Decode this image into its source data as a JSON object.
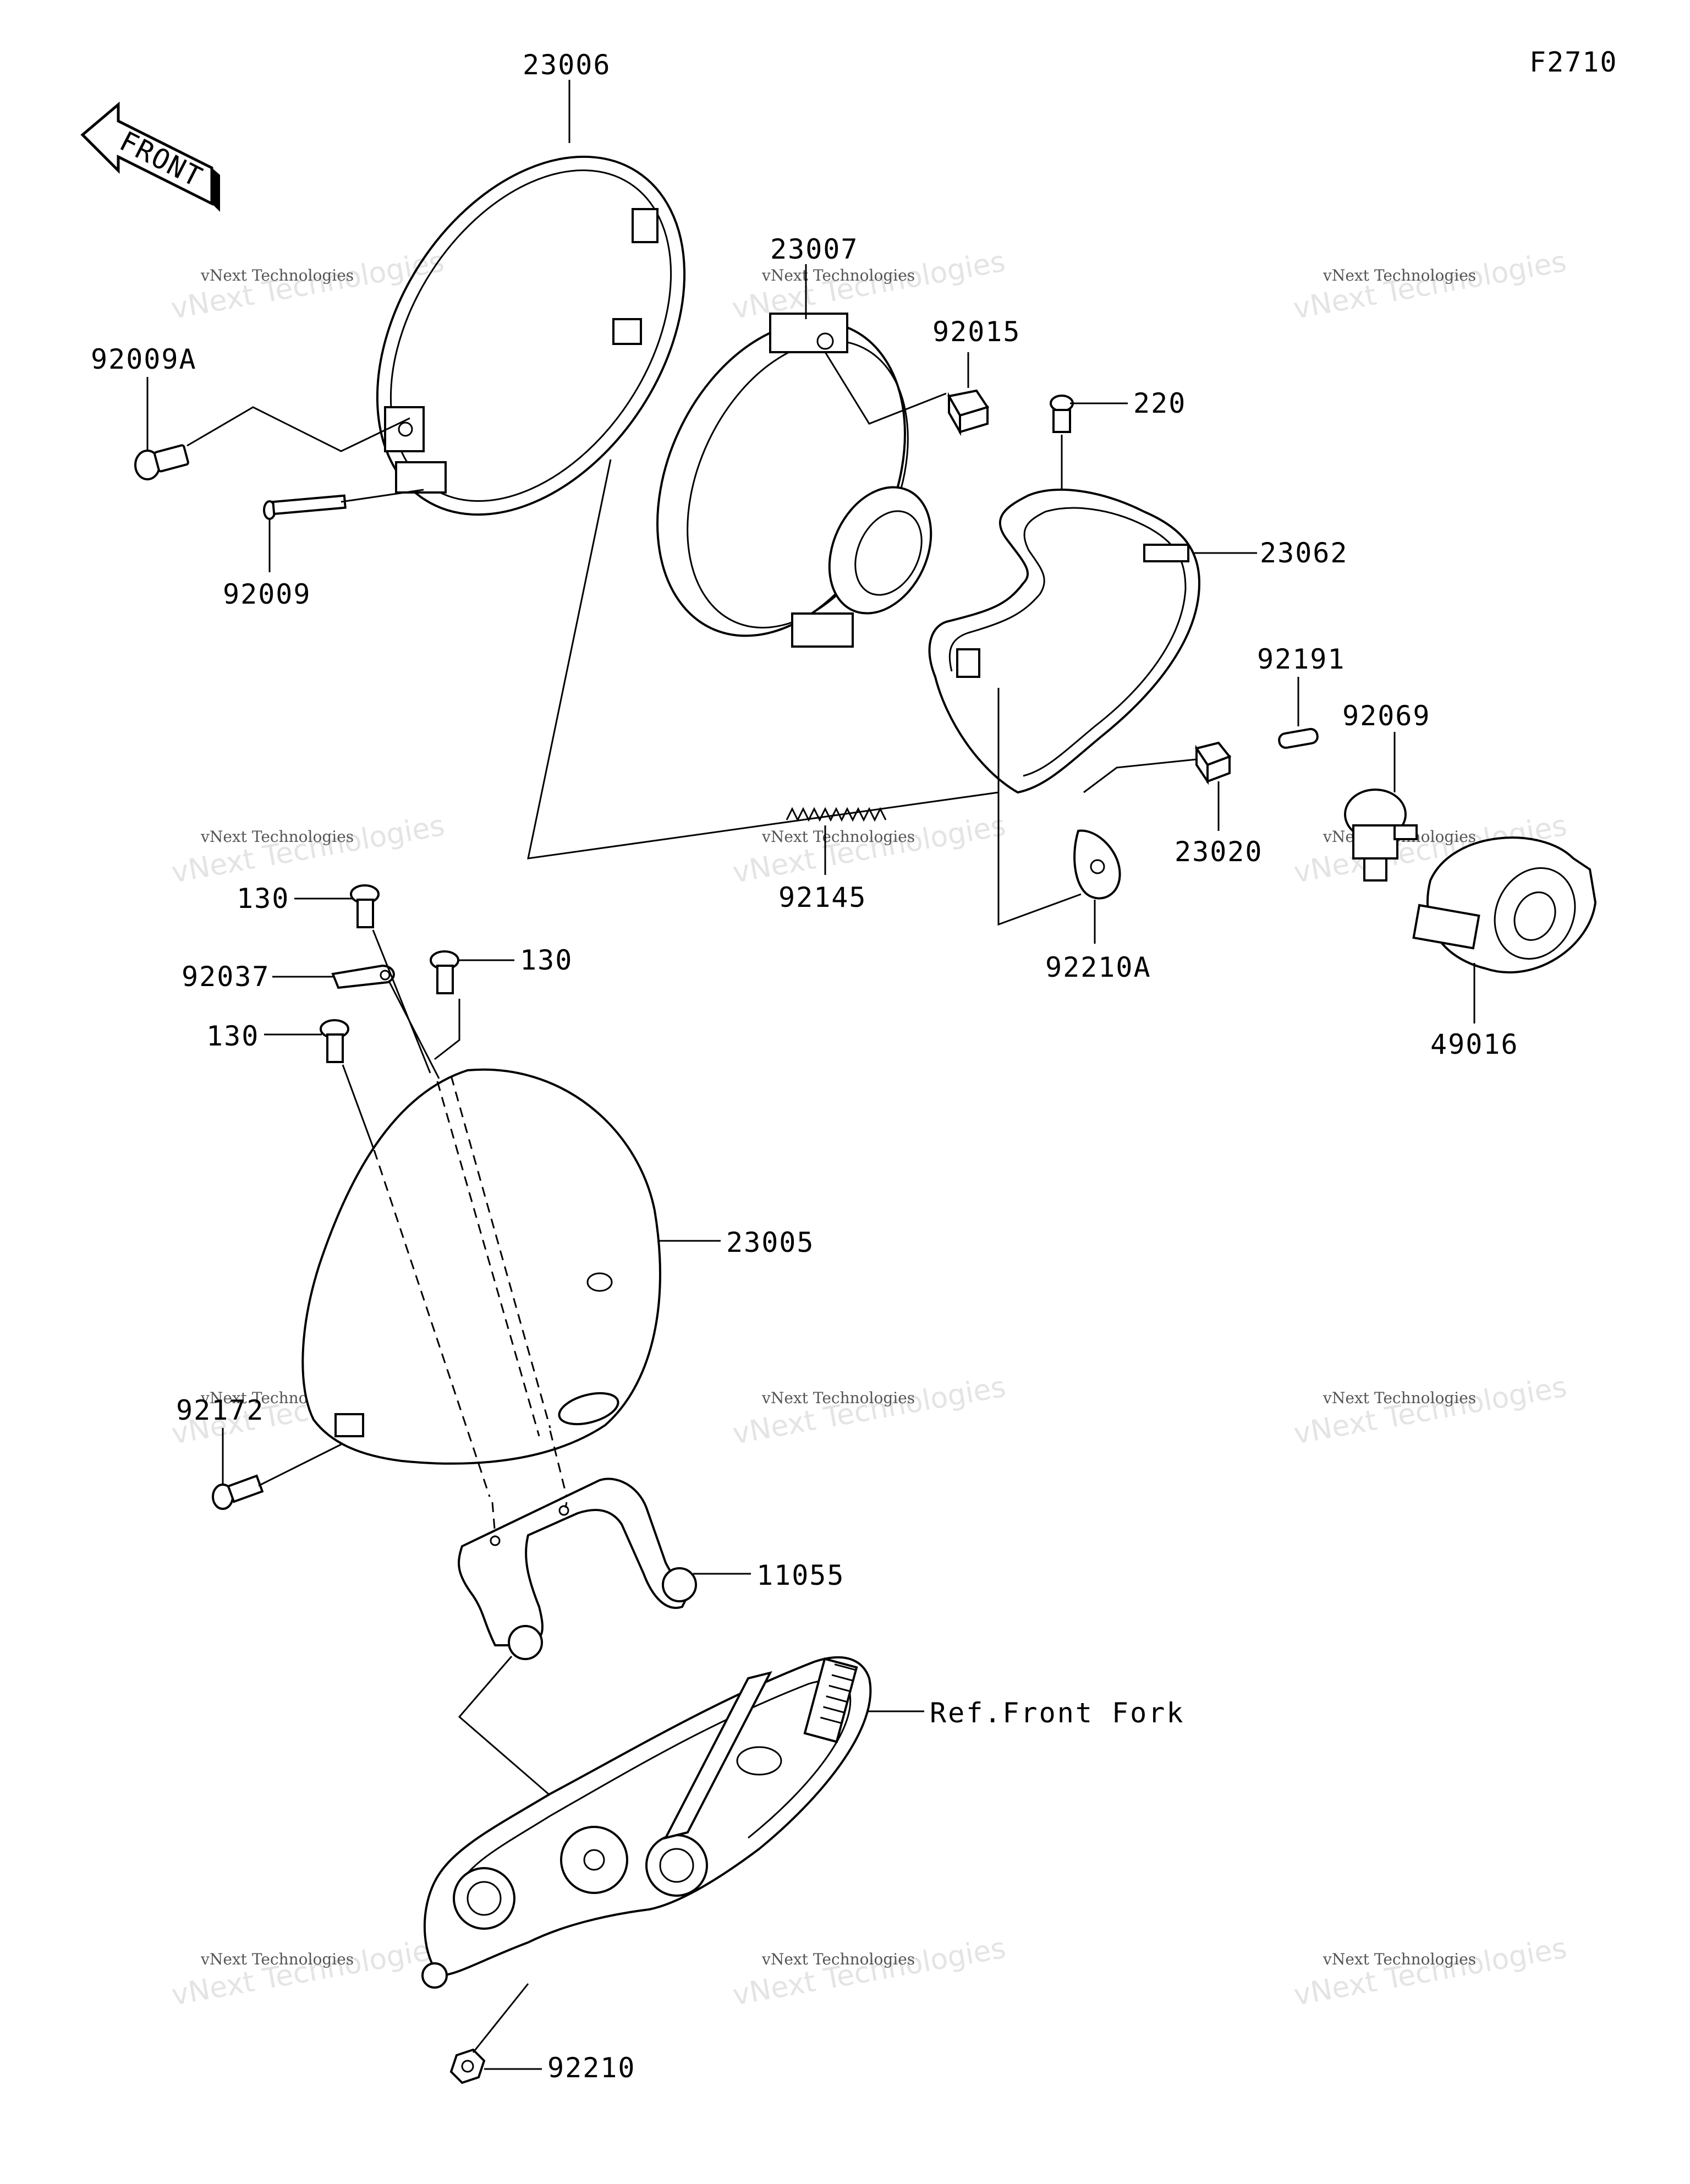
{
  "figure_code": "F2710",
  "front_label": "FRONT",
  "watermark": {
    "line1": "vNext Technologies",
    "line2": "vNext Technologies"
  },
  "reference_label": "Ref.Front Fork",
  "part_labels": [
    {
      "id": "23006",
      "text": "23006"
    },
    {
      "id": "23007",
      "text": "23007"
    },
    {
      "id": "92015",
      "text": "92015"
    },
    {
      "id": "220",
      "text": "220"
    },
    {
      "id": "23062",
      "text": "23062"
    },
    {
      "id": "92009A",
      "text": "92009A"
    },
    {
      "id": "92009",
      "text": "92009"
    },
    {
      "id": "92191",
      "text": "92191"
    },
    {
      "id": "92069",
      "text": "92069"
    },
    {
      "id": "23020",
      "text": "23020"
    },
    {
      "id": "92145",
      "text": "92145"
    },
    {
      "id": "92210A",
      "text": "92210A"
    },
    {
      "id": "49016",
      "text": "49016"
    },
    {
      "id": "130a",
      "text": "130"
    },
    {
      "id": "130b",
      "text": "130"
    },
    {
      "id": "130c",
      "text": "130"
    },
    {
      "id": "92037",
      "text": "92037"
    },
    {
      "id": "23005",
      "text": "23005"
    },
    {
      "id": "92172",
      "text": "92172"
    },
    {
      "id": "11055",
      "text": "11055"
    },
    {
      "id": "92210",
      "text": "92210"
    }
  ]
}
